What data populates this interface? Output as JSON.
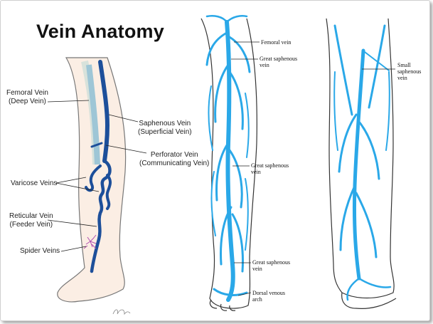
{
  "title": "Vein Anatomy",
  "left_labels": {
    "femoral_vein": [
      "Femoral Vein",
      "(Deep Vein)"
    ],
    "saphenous_vein": [
      "Saphenous Vein",
      "(Superficial Vein)"
    ],
    "perforator_vein": [
      "Perforator Vein",
      "(Communicating Vein)"
    ],
    "varicose_veins": "Varicose Veins",
    "reticular_vein": [
      "Reticular Vein",
      "(Feeder Vein)"
    ],
    "spider_veins": "Spider Veins"
  },
  "middle_labels": {
    "femoral_vein": "Femoral vein",
    "great_saphenous_top": [
      "Great saphenous",
      "vein"
    ],
    "great_saphenous_mid": [
      "Great saphenous",
      "vein"
    ],
    "great_saphenous_low": [
      "Great saphenous",
      "vein"
    ],
    "dorsal_venous_arch": [
      "Dorsal venous",
      "arch"
    ]
  },
  "right_labels": {
    "small_saphenous": [
      "Small",
      "saphenous",
      "vein"
    ]
  },
  "colors": {
    "vein_blue": "#2aa8e8",
    "deep_vein": "#1d4f9a",
    "skin_outline": "#444444",
    "spider": "#b04fb0"
  }
}
